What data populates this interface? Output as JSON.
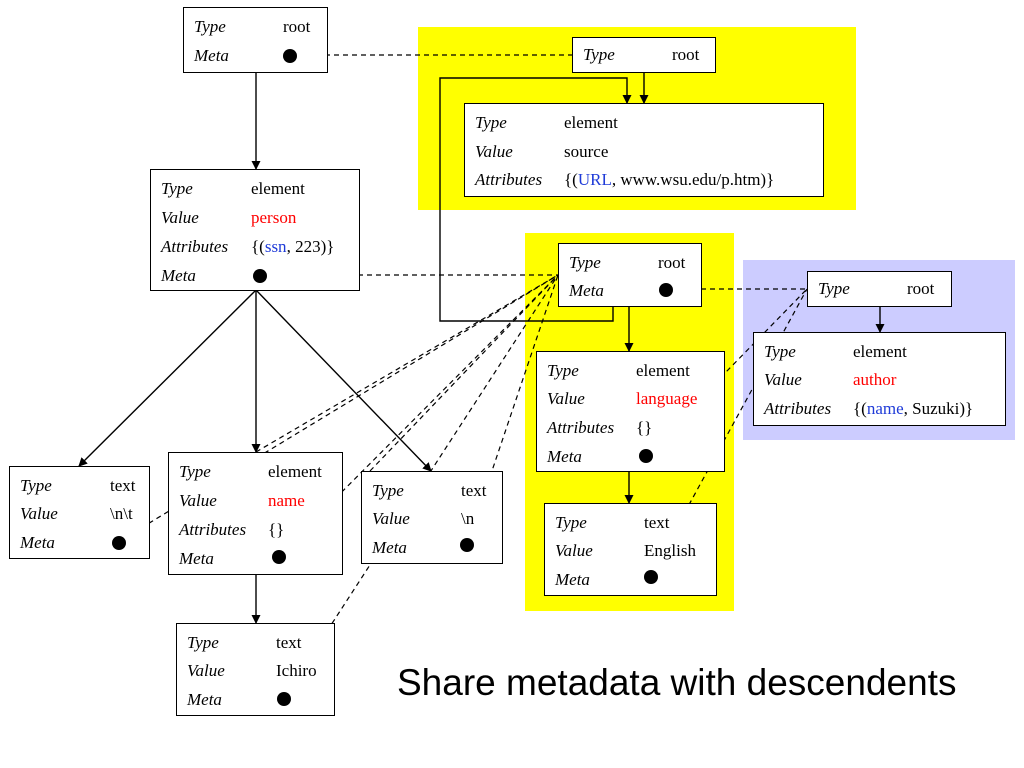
{
  "labels": {
    "type": "Type",
    "value": "Value",
    "attributes": "Attributes",
    "meta": "Meta"
  },
  "nodes": {
    "root": {
      "type": "root"
    },
    "person": {
      "type": "element",
      "value": "person",
      "attr_open": "{(",
      "attr_name": "ssn",
      "attr_rest": ", 223)}"
    },
    "text1": {
      "type": "text",
      "value": "\\n\\t"
    },
    "name": {
      "type": "element",
      "value": "name",
      "attributes": "{}"
    },
    "text2": {
      "type": "text",
      "value": "\\n"
    },
    "ichiro": {
      "type": "text",
      "value": "Ichiro"
    },
    "meta_a_root": {
      "type": "root"
    },
    "source": {
      "type": "element",
      "value": "source",
      "attr_open": "{(",
      "attr_name": "URL",
      "attr_rest": ", www.wsu.edu/p.htm)}"
    },
    "meta_b_root": {
      "type": "root"
    },
    "language": {
      "type": "element",
      "value": "language",
      "attributes": "{}"
    },
    "english": {
      "type": "text",
      "value": "English"
    },
    "meta_c_root": {
      "type": "root"
    },
    "author": {
      "type": "element",
      "value": "author",
      "attr_open": "{(",
      "attr_name": "name",
      "attr_rest": ", Suzuki)}"
    }
  },
  "colors": {
    "value_highlight": "#ff0000",
    "attribute_name": "#1f3bd8",
    "metadata_region_yellow": "#ffff00",
    "metadata_region_blue": "#ccccff"
  },
  "caption": "Share metadata with descendents"
}
